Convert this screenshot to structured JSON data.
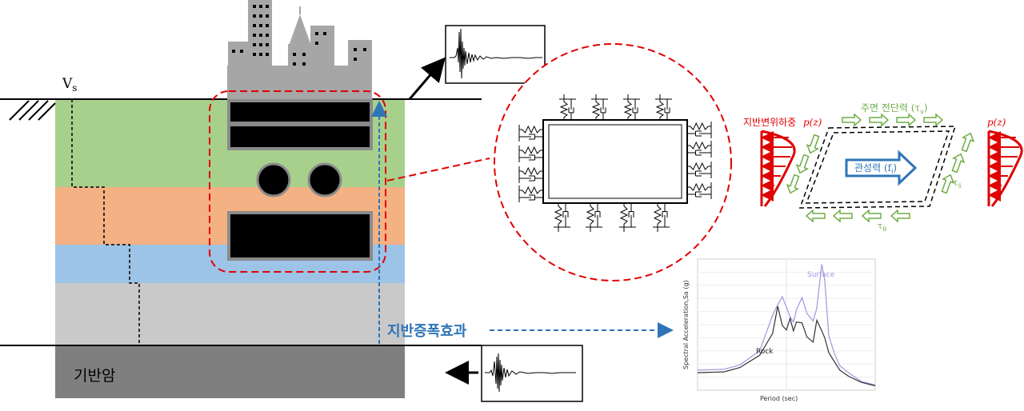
{
  "labels": {
    "vs": "V",
    "vs_sub": "s",
    "bedrock": "기반암",
    "amplification": "지반증폭효과",
    "ground_displacement_load": "지반변위하중",
    "p_of_z": "p(z)",
    "p_of_z_right": "p(z)",
    "perimeter_shear": "주면 전단력",
    "tau_v": "(τ",
    "tau_v_sub": "v",
    "tau_close": ")",
    "inertial_force": "관성력",
    "fi": "(f",
    "fi_sub": "i",
    "fi_close": ")",
    "tau_s": "τ",
    "tau_s_sub": "S",
    "tau_b": "τ",
    "tau_b_sub": "B"
  },
  "chart_data": {
    "type": "line",
    "xlabel": "Period (sec)",
    "ylabel": "Spectral Acceleration,Sa (g)",
    "series": [
      {
        "name": "Surface",
        "color": "#9d97e0",
        "x": [
          0.01,
          0.02,
          0.03,
          0.05,
          0.07,
          0.08,
          0.09,
          0.1,
          0.11,
          0.12,
          0.13,
          0.15,
          0.17,
          0.2,
          0.22,
          0.25,
          0.27,
          0.3,
          0.35,
          0.4,
          0.5,
          0.7,
          1.0
        ],
        "values": [
          0.23,
          0.24,
          0.29,
          0.45,
          0.86,
          0.98,
          1.07,
          0.95,
          0.84,
          0.78,
          0.92,
          1.06,
          0.88,
          0.79,
          0.94,
          1.44,
          1.26,
          0.62,
          0.41,
          0.28,
          0.2,
          0.1,
          0.06
        ]
      },
      {
        "name": "Rock",
        "color": "#333333",
        "x": [
          0.01,
          0.02,
          0.03,
          0.05,
          0.07,
          0.08,
          0.09,
          0.1,
          0.11,
          0.12,
          0.13,
          0.15,
          0.17,
          0.2,
          0.22,
          0.25,
          0.27,
          0.3,
          0.35,
          0.4,
          0.5,
          0.7,
          1.0
        ],
        "values": [
          0.2,
          0.21,
          0.26,
          0.4,
          0.65,
          0.96,
          0.74,
          0.69,
          0.82,
          0.68,
          0.78,
          0.77,
          0.61,
          0.55,
          0.8,
          0.68,
          0.6,
          0.43,
          0.32,
          0.23,
          0.16,
          0.09,
          0.05
        ]
      }
    ]
  },
  "colors": {
    "layer1": "#a8d08d",
    "layer2": "#f4b183",
    "layer3": "#9dc3e6",
    "layer4": "#c9c9c9",
    "bedrock": "#7f7f7f",
    "building": "#a6a6a6",
    "accent_red": "#e00000",
    "accent_blue": "#2e75b6",
    "accent_green": "#70ad47"
  }
}
